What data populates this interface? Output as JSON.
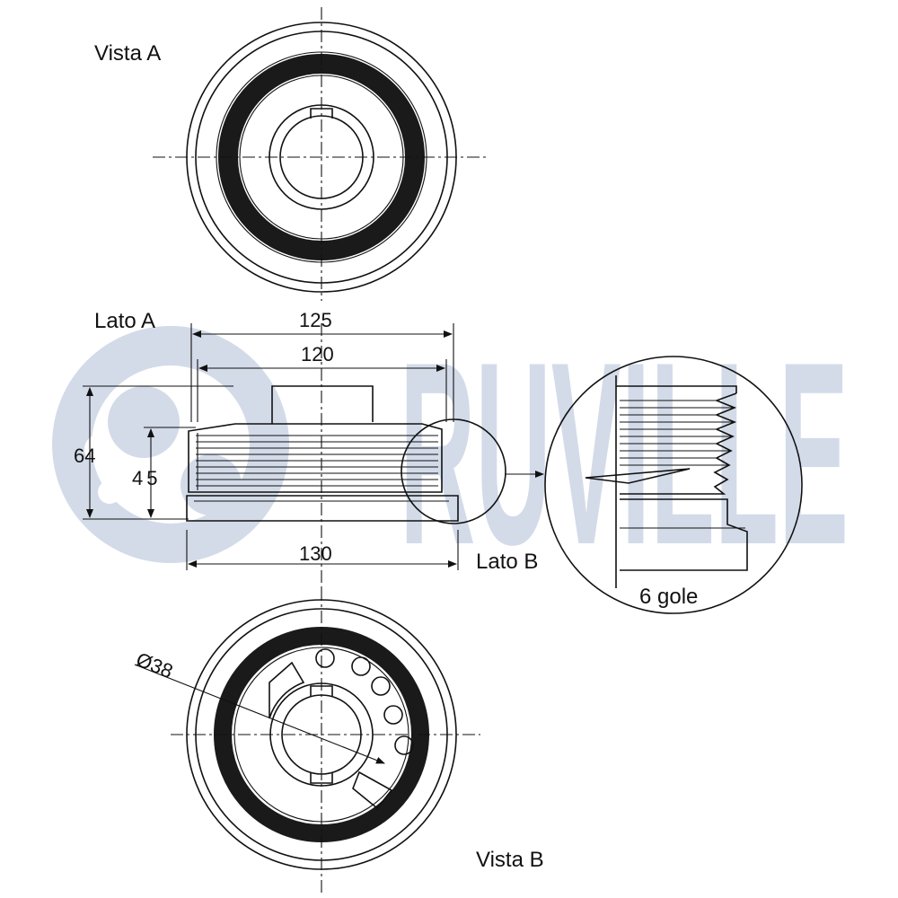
{
  "views": {
    "vista_a": "Vista A",
    "vista_b": "Vista B",
    "lato_a": "Lato A",
    "lato_b": "Lato B"
  },
  "dimensions": {
    "width_125": "125",
    "width_120": "120",
    "width_130": "130",
    "height_64": "64",
    "height_45": "45",
    "diameter_38": "Ø38"
  },
  "detail": {
    "grooves_label": "6 gole"
  },
  "logo": {
    "text": "RUVILLE",
    "color": "#d3dbe9"
  },
  "colors": {
    "ink": "#111111",
    "background": "#ffffff"
  }
}
